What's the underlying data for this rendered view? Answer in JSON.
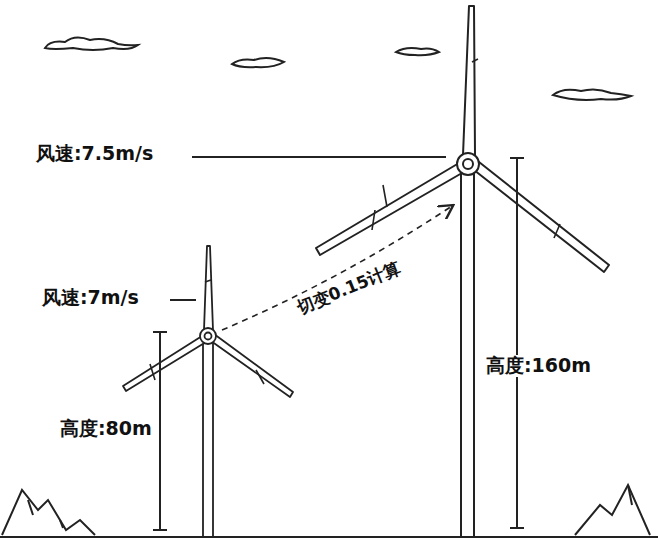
{
  "diagram": {
    "labels": [
      "风速:7.5m/s",
      "风速:7m/s",
      "切变0.15计算",
      "高度:80m",
      "高度:160m"
    ]
  }
}
